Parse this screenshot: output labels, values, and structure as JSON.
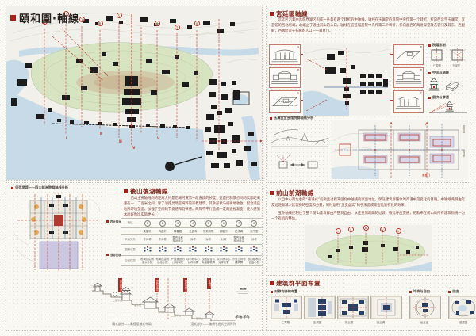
{
  "title": "頤和園·軸線",
  "palace": {
    "heading": "宮廷區軸線",
    "body": "宫廷区沿着由水临界湖区构成一条具有两个转折的中轴线。轴线在玉澜堂的庭院中央作第一个转折，折向西北至玉澜堂、宜芸馆的西北尽端，北端止于通往前山的入口。轴线在宜芸馆后院中央作第二个转折，折向面西的两进穿堂及东宫门及其东、西配殿，西端结束于长廊的入口——邀月门。",
    "caption": "玉澜堂宜芸馆院群轴线分析",
    "thumb_tags": [
      "A",
      "B",
      "C",
      "D",
      "E",
      "F"
    ],
    "side": {
      "top_label": "院落形制",
      "square_labels": [
        "仁寿殿",
        "玉澜堂"
      ],
      "item1": "空间与轴线",
      "item2": "层次与渗透"
    },
    "plan_labels": {
      "right1": "德和园",
      "right2": "大戏楼",
      "bottom": "东宫门"
    }
  },
  "front": {
    "heading": "前山前湖軸線",
    "body1": "以自中心而左右的“递减式”的渐变过程来强化中轴线的突出地位，保证建筑群整体的严谨中见变化的意趣。中轴线两侧由近及远逐渐减少建筑物的密度和分量，同时运用“正变虚实”的手法造成疏密远近有致的效果。",
    "body2": "五条轴线控制住了整个前山建筑群由严整到自由、从庄重到疏朗的过渡，彼此呼应贯通，把散布在前山的所有建筑物统一为一个有机的整体。"
  },
  "back": {
    "heading": "後山後湖軸線",
    "caption": "须弥灵境——四大部洲院群轴线分析",
    "body": "后山主要轴线间的距离大约是后湖河道第一段直段的长度，这是控制景点间的实际距离重在一、二百米之间。除了须弥灵境是纯粹的宗教建筑，其余形状与规律地收放、配合适应地形环境塑造，加强了空间的节奏感和韵律感。两岸不平行造成一定的透视渐变，使人感到水面好像比实际更长。",
    "plan_labels": [
      "四大部洲",
      "须弥灵境"
    ],
    "table": {
      "row_labels": [
        "轴线",
        "",
        "平面关系",
        "图解示意",
        "空间性质"
      ],
      "axes": [
        "1",
        "2",
        "3",
        "4",
        "5",
        "6",
        "7",
        "8"
      ],
      "names": [
        "绮望轩",
        "构虚轩",
        "赅春园",
        "云会寺",
        "须弥灵境",
        "香岩宗",
        "花承阁",
        "澹宁堂"
      ],
      "relation": [
        "不对称",
        "不对称",
        "整齐对称\n相对自由",
        "对称",
        "对称",
        "对称",
        "整齐对称\n相对自由",
        "对称"
      ],
      "nature": [
        "布局自由的\n滨水小院",
        "布局自由的\n山地小院",
        "严整递进的\n山地寺院",
        "以小院中心\n对称布置",
        "汉藏结合式\n寺庙建筑群",
        "以小院中心\n对称布置",
        "小岛上对称\n建筑群",
        "依山临水的\n自由小院"
      ]
    },
    "elevation": {
      "platforms": [
        "三层平台",
        "二层平台",
        "一层平台"
      ],
      "tags": [
        "四大部洲",
        "须弥灵境",
        "寅辉城关",
        "北宫门"
      ],
      "captions": [
        "藏式部分——象征坛城式布局",
        "汉式部分——轴线七进式空间序列"
      ]
    }
  },
  "layout_sec": {
    "heading": "建筑群平面布置",
    "groups": [
      {
        "label": "对称均齐的布置",
        "items": [
          {
            "label": "仁寿殿",
            "type": "hall1"
          },
          {
            "label": "玉澜堂",
            "type": "hall2"
          },
          {
            "label": "排云殿",
            "type": "hall3"
          },
          {
            "label": "宝云阁",
            "type": "hall4"
          }
        ]
      },
      {
        "label": "均齐与自由",
        "items": [
          {
            "label": "龙王庙",
            "type": "island"
          }
        ]
      },
      {
        "label": "自由",
        "items": [
          {
            "label": "谐趣园",
            "type": "free"
          }
        ]
      }
    ]
  },
  "map": {
    "axes_top": [
      "1",
      "2",
      "3",
      "4",
      "5",
      "6",
      "7",
      "8"
    ],
    "axes_bottom": [
      "Ⅰ",
      "Ⅱ",
      "Ⅲ",
      "Ⅳ",
      "Ⅴ"
    ]
  }
}
